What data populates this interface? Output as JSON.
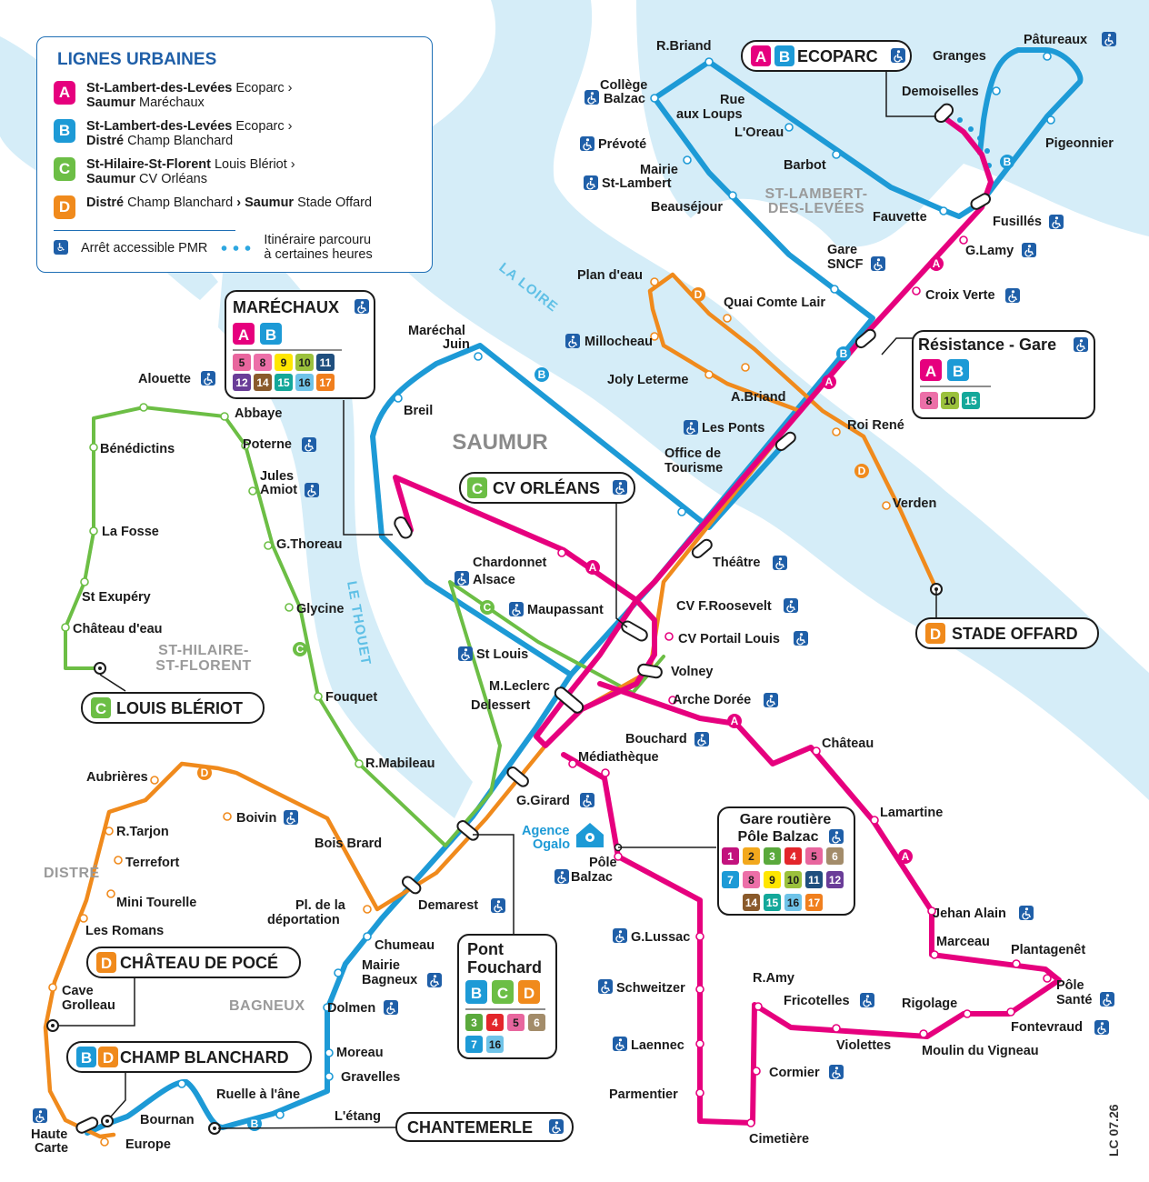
{
  "legend": {
    "title": "LIGNES URBAINES",
    "lines": [
      {
        "id": "A",
        "bold1": "St-Lambert-des-Levées",
        "norm1": " Ecoparc ›",
        "bold2": "Saumur",
        "norm2": " Maréchaux"
      },
      {
        "id": "B",
        "bold1": "St-Lambert-des-Levées",
        "norm1": " Ecoparc ›",
        "bold2": "Distré",
        "norm2": " Champ Blanchard"
      },
      {
        "id": "C",
        "bold1": "St-Hilaire-St-Florent",
        "norm1": " Louis Blériot ›",
        "bold2": "Saumur",
        "norm2": " CV Orléans"
      },
      {
        "id": "D",
        "bold1": "Distré",
        "norm1": " Champ Blanchard ",
        "bold2": "› Saumur",
        "norm2": " Stade Offard"
      }
    ],
    "pmr_label": "Arrêt accessible PMR",
    "dotted_label_1": "Itinéraire parcouru",
    "dotted_label_2": "à certaines heures"
  },
  "colors": {
    "A": "#e6007e",
    "B": "#1d9ad6",
    "C": "#6cbe45",
    "D": "#f08a1c",
    "water": "#d5edf8",
    "navy": "#1f5fa8"
  },
  "terminals": {
    "ecoparc": "ECOPARC",
    "marechaux": "MARÉCHAUX",
    "resistance": "Résistance - Gare",
    "cv_orleans": "CV ORLÉANS",
    "stade_offard": "STADE OFFARD",
    "louis_bleriot": "LOUIS BLÉRIOT",
    "chateau_poce": "CHÂTEAU DE POCÉ",
    "champ_blanchard": "CHAMP BLANCHARD",
    "chantemerle": "CHANTEMERLE",
    "gare_routiere_1": "Gare routière",
    "gare_routiere_2": "Pôle Balzac",
    "pont_fouchard_1": "Pont",
    "pont_fouchard_2": "Fouchard"
  },
  "zones": {
    "st_lambert_1": "ST-LAMBERT-",
    "st_lambert_2": "DES-LEVÉES",
    "saumur": "SAUMUR",
    "st_hilaire_1": "ST-HILAIRE-",
    "st_hilaire_2": "ST-FLORENT",
    "distre": "DISTRÉ",
    "bagneux": "BAGNEUX",
    "loire": "LA LOIRE",
    "thouet": "LE THOUET"
  },
  "agence": {
    "l1": "Agence",
    "l2": "Ogalo"
  },
  "stops": {
    "rbriand": "R.Briand",
    "college1": "Collège",
    "college2": "Balzac",
    "rue1": "Rue",
    "rue2": "aux Loups",
    "loreau": "L'Oreau",
    "prevote": "Prévoté",
    "mairie1": "Mairie",
    "mairie2": "St-Lambert",
    "barbot": "Barbot",
    "beausejour": "Beauséjour",
    "fauvette": "Fauvette",
    "granges": "Granges",
    "paturaux": "Pâtureaux",
    "demoiselles": "Demoiselles",
    "pigeonnier": "Pigeonnier",
    "fusilles": "Fusillés",
    "glamy": "G.Lamy",
    "croixverte": "Croix Verte",
    "garesncf1": "Gare",
    "garesncf2": "SNCF",
    "plandeau": "Plan d'eau",
    "quai": "Quai Comte Lair",
    "millocheau": "Millocheau",
    "joly": "Joly Leterme",
    "abriand": "A.Briand",
    "lesponts": "Les Ponts",
    "office1": "Office de",
    "office2": "Tourisme",
    "roirene": "Roi René",
    "verden": "Verden",
    "marechal1": "Maréchal",
    "marechal2": "Juin",
    "breil": "Breil",
    "alouette": "Alouette",
    "abbaye": "Abbaye",
    "benedictins": "Bénédictins",
    "poterne": "Poterne",
    "jules1": "Jules",
    "jules2": "Amiot",
    "lafosse": "La Fosse",
    "gthoreau": "G.Thoreau",
    "stexupery": "St Exupéry",
    "glycine": "Glycine",
    "chateaudeau": "Château d'eau",
    "fouquet": "Fouquet",
    "rmabileau": "R.Mabileau",
    "chardonnet1": "Chardonnet",
    "chardonnet2": "Alsace",
    "maupassant": "Maupassant",
    "stlouis": "St Louis",
    "mleclerc": "M.Leclerc",
    "delessert": "Delessert",
    "theatre": "Théâtre",
    "cvfroosevelt": "CV F.Roosevelt",
    "cvportail": "CV Portail Louis",
    "volney": "Volney",
    "archedoree": "Arche Dorée",
    "bouchard": "Bouchard",
    "mediatheque": "Médiathèque",
    "ggirard": "G.Girard",
    "chateau": "Château",
    "lamartine": "Lamartine",
    "pole1": "Pôle",
    "pole2": "Balzac",
    "aubrieres": "Aubrières",
    "boivin": "Boivin",
    "rtarjon": "R.Tarjon",
    "boisbrard": "Bois Brard",
    "terrefort": "Terrefort",
    "minitourelle": "Mini Tourelle",
    "lesromans": "Les Romans",
    "pldela1": "Pl. de la",
    "pldela2": "déportation",
    "demarest": "Demarest",
    "chumeau": "Chumeau",
    "mairieb1": "Mairie",
    "mairieb2": "Bagneux",
    "cave1": "Cave",
    "cave2": "Grolleau",
    "dolmen": "Dolmen",
    "moreau": "Moreau",
    "gravelles": "Gravelles",
    "ruelle": "Ruelle à l'âne",
    "letang": "L'étang",
    "bournan": "Bournan",
    "haute1": "Haute",
    "haute2": "Carte",
    "europe": "Europe",
    "glussac": "G.Lussac",
    "schweitzer": "Schweitzer",
    "laennec": "Laennec",
    "parmentier": "Parmentier",
    "cimetiere": "Cimetière",
    "ramy": "R.Amy",
    "fricotelles": "Fricotelles",
    "cormier": "Cormier",
    "violettes": "Violettes",
    "rigolage": "Rigolage",
    "moulin": "Moulin du Vigneau",
    "jehan": "Jehan Alain",
    "marceau": "Marceau",
    "plantagenet": "Plantagenêt",
    "polesante1": "Pôle",
    "polesante2": "Santé",
    "fontevraud": "Fontevraud"
  },
  "connections": {
    "marechaux": [
      "5",
      "8",
      "9",
      "10",
      "11",
      "12",
      "14",
      "15",
      "16",
      "17"
    ],
    "resistance": [
      "8",
      "10",
      "15"
    ],
    "gare_routiere": [
      "1",
      "2",
      "3",
      "4",
      "5",
      "6",
      "7",
      "8",
      "9",
      "10",
      "11",
      "12",
      "14",
      "15",
      "16",
      "17"
    ],
    "pont_fouchard": [
      "3",
      "4",
      "5",
      "6",
      "7",
      "16"
    ]
  },
  "credit": "LC 07.26"
}
